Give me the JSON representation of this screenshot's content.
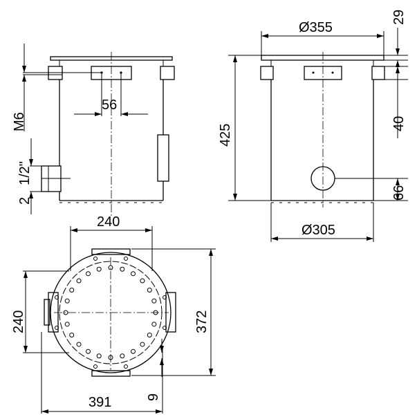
{
  "front_view": {
    "m6": "M6",
    "spacing": "56",
    "pipe": "1/2\"",
    "offset": "2",
    "width": "240"
  },
  "side_view": {
    "lid_diameter": "Ø355",
    "lid_height": "29",
    "height": "425",
    "bracket": "40",
    "inlet": "66",
    "body_diameter": "Ø305"
  },
  "top_view": {
    "depth": "240",
    "height": "372",
    "overall": "391",
    "gap": "9"
  }
}
